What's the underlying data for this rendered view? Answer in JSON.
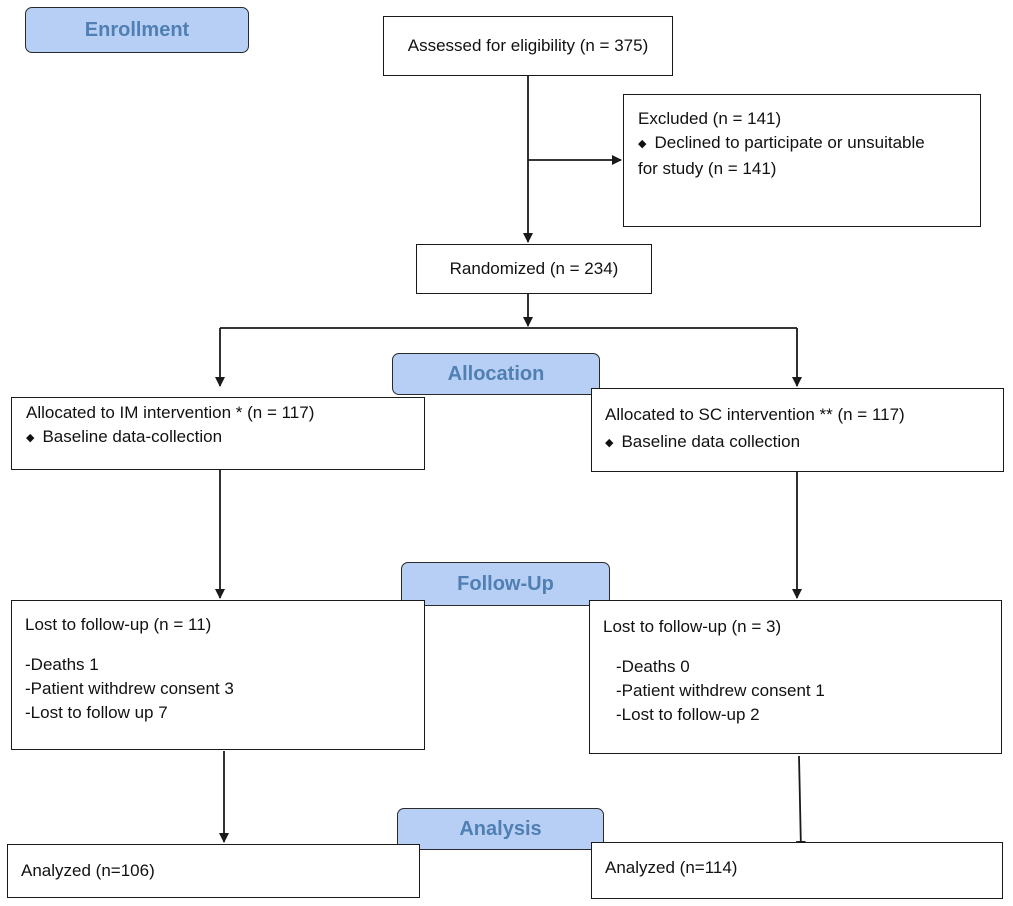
{
  "phases": {
    "enrollment": "Enrollment",
    "allocation": "Allocation",
    "follow_up": "Follow-Up",
    "analysis": "Analysis"
  },
  "assessed": "Assessed for eligibility (n = 375)",
  "excluded": {
    "title": "Excluded  (n = 141)",
    "bullet_line1": "Declined to participate or unsuitable",
    "bullet_line2": "for study (n = 141)"
  },
  "randomized": "Randomized (n = 234)",
  "arm_im": {
    "allocated": "Allocated to IM intervention * (n = 117)",
    "baseline": "Baseline data-collection",
    "lost_title": "Lost to follow-up (n = 11)",
    "deaths": "-Deaths 1",
    "withdrew": "-Patient withdrew consent 3",
    "lost": "-Lost to follow up 7",
    "analyzed": "Analyzed  (n=106)"
  },
  "arm_sc": {
    "allocated": "Allocated to SC intervention ** (n = 117)",
    "baseline": "Baseline data collection",
    "lost_title": "Lost to follow-up (n = 3)",
    "deaths": "-Deaths 0",
    "withdrew": "-Patient withdrew consent 1",
    "lost": "-Lost to follow-up 2",
    "analyzed": "Analyzed  (n=114)"
  },
  "colors": {
    "phase_fill": "#b7cff4",
    "phase_text": "#4f7fb3",
    "line": "#1a1a1a"
  },
  "bullet_icon": "diamond-bullet-icon"
}
